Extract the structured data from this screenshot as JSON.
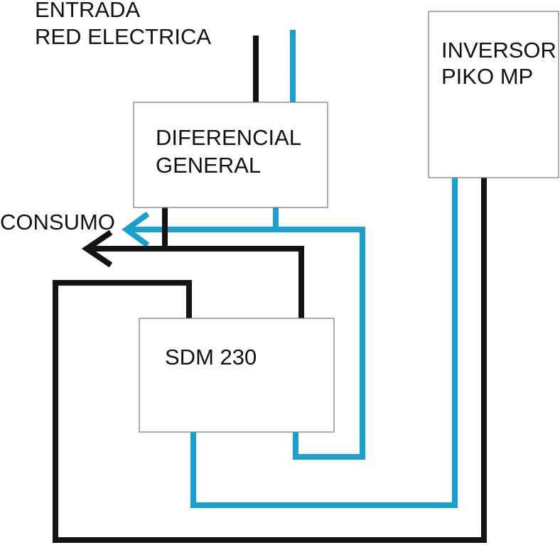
{
  "diagram": {
    "labels": {
      "entrada_line1": "ENTRADA",
      "entrada_line2": "RED ELECTRICA",
      "consumo": "CONSUMO"
    },
    "boxes": {
      "diferencial": {
        "line1": "DIFERENCIAL",
        "line2": "GENERAL"
      },
      "sdm": {
        "line1": "SDM 230"
      },
      "inversor": {
        "line1": "INVERSOR",
        "line2": "PIKO MP"
      }
    },
    "colors": {
      "black_wire": "#141414",
      "blue_wire": "#1aa0cf",
      "box_border": "#777777"
    }
  }
}
